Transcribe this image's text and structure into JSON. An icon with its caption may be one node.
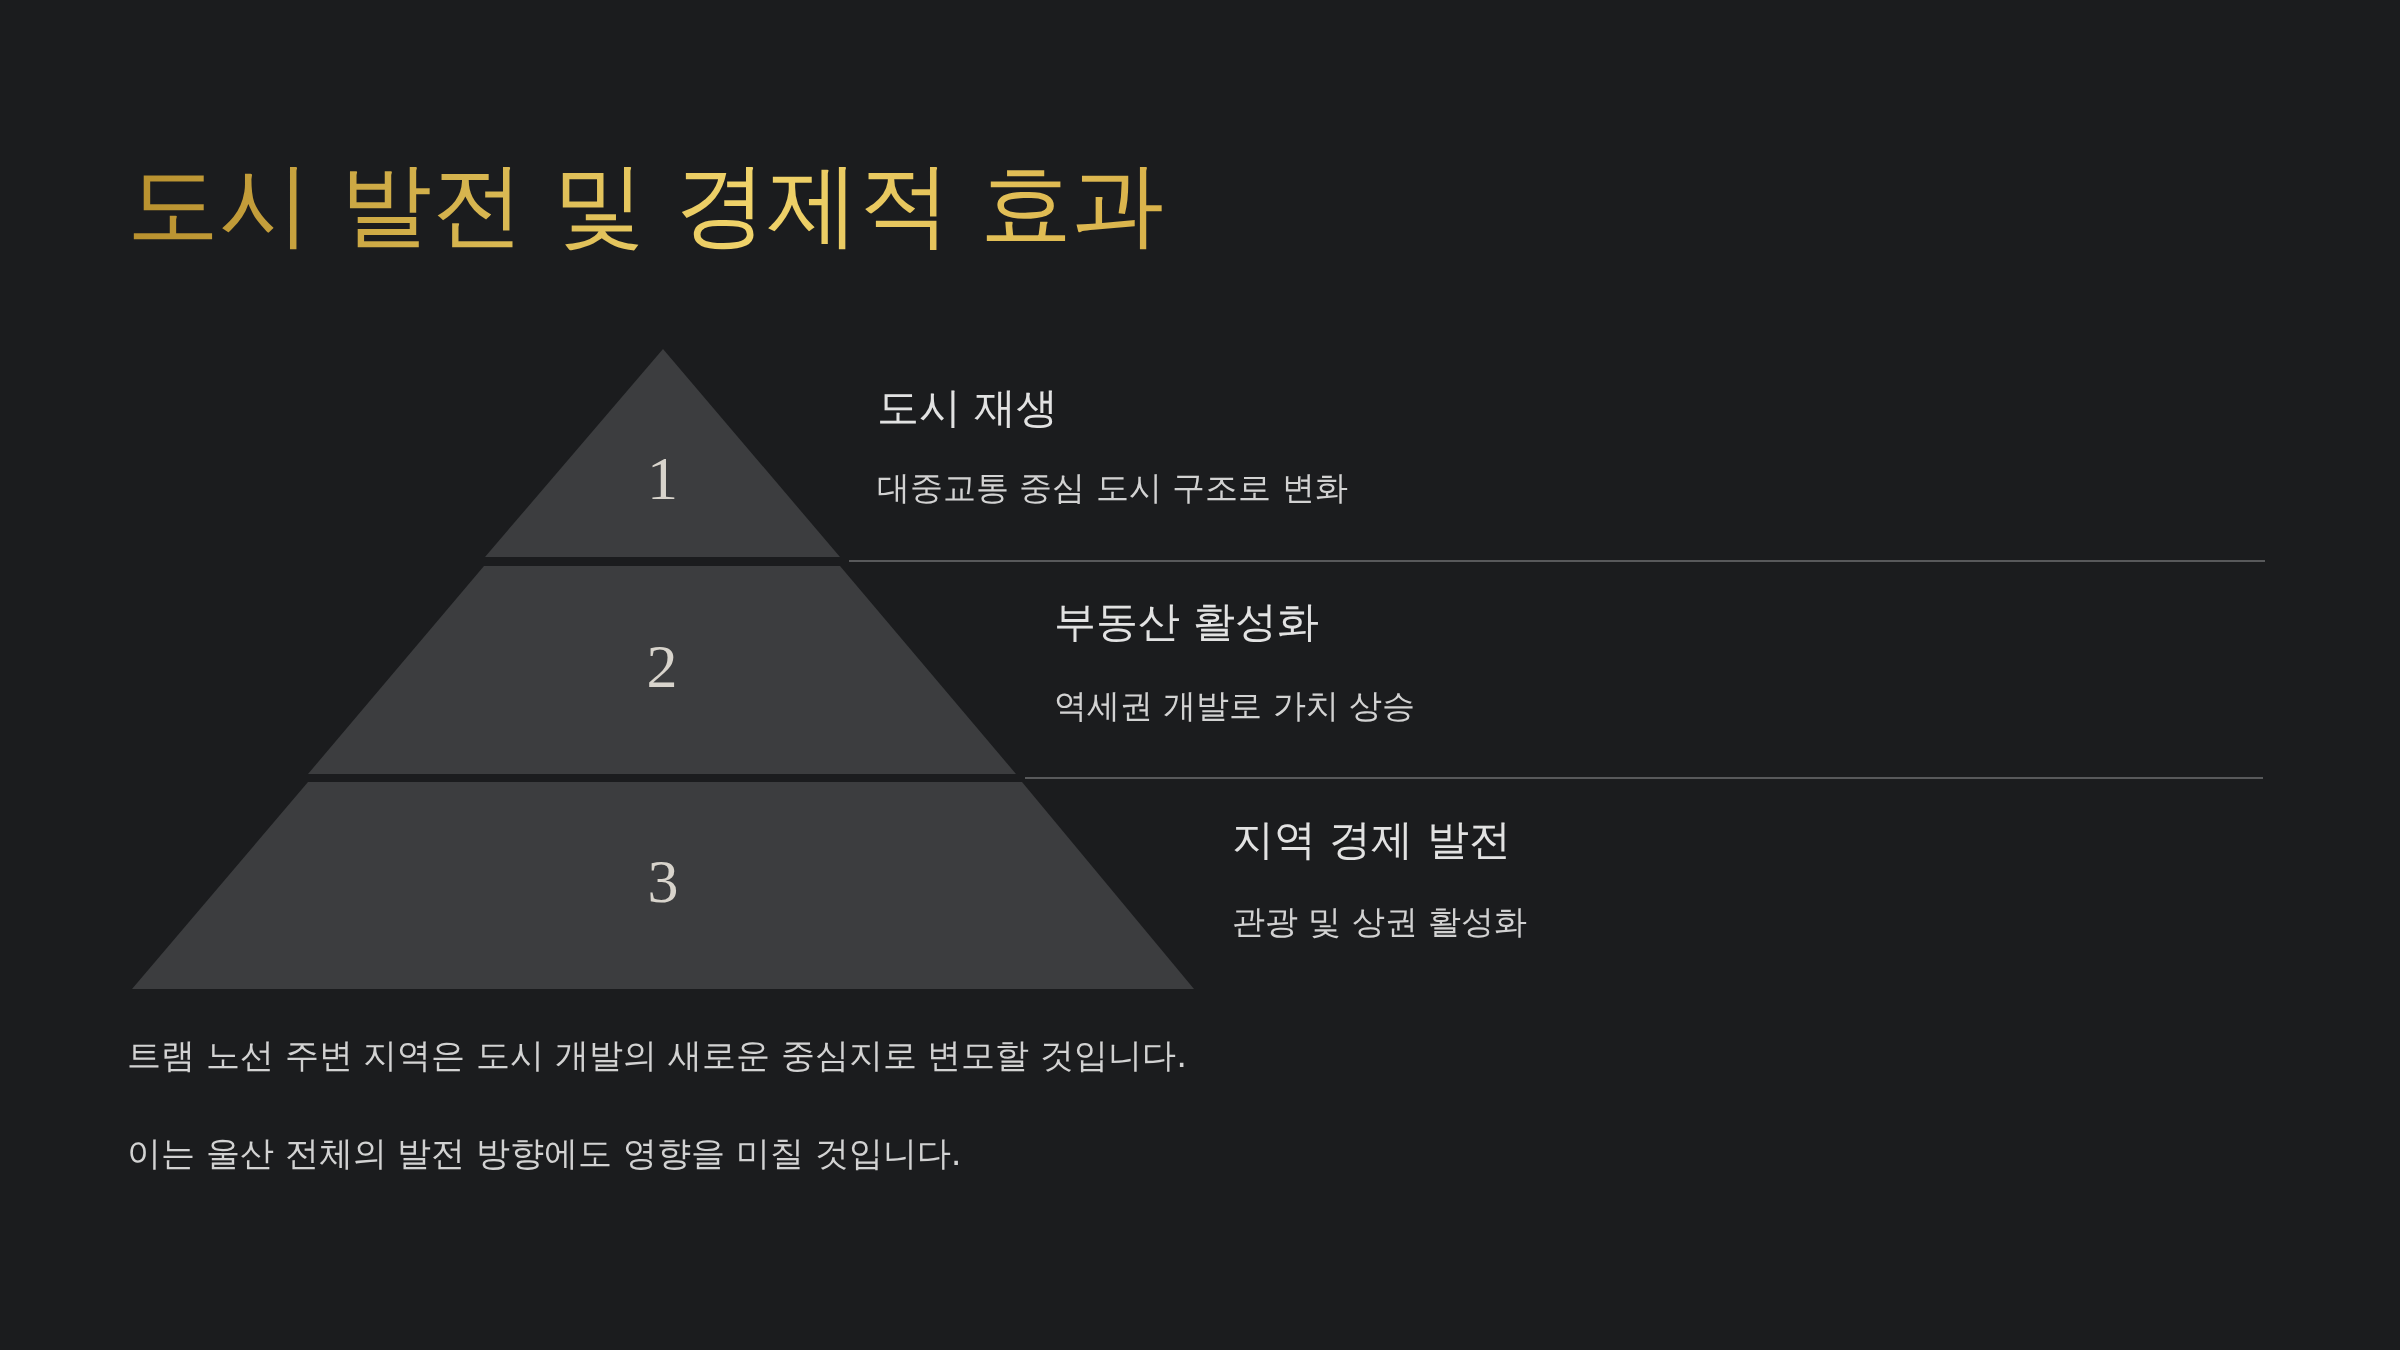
{
  "diagram": {
    "title": "도시 발전 및 경제적 효과",
    "nodes": [
      {
        "text": [
          "1"
        ],
        "beside": [
          "도시 재생",
          "대중교통 중심 도시 구조로 변화"
        ]
      },
      {
        "text": [
          "2"
        ],
        "beside": [
          "부동산 활성화",
          "역세권 개발로 가치 상승"
        ]
      },
      {
        "text": [
          "3"
        ],
        "beside": [
          "지역 경제 발전",
          "관광 및 상권 활성화"
        ]
      }
    ],
    "edges": [],
    "labels": [
      "트램 노선 주변 지역은 도시 개발의 새로운 중심지로 변모할 것입니다.",
      "이는 울산 전체의 발전 방향에도 영향을 미칠 것입니다."
    ]
  }
}
